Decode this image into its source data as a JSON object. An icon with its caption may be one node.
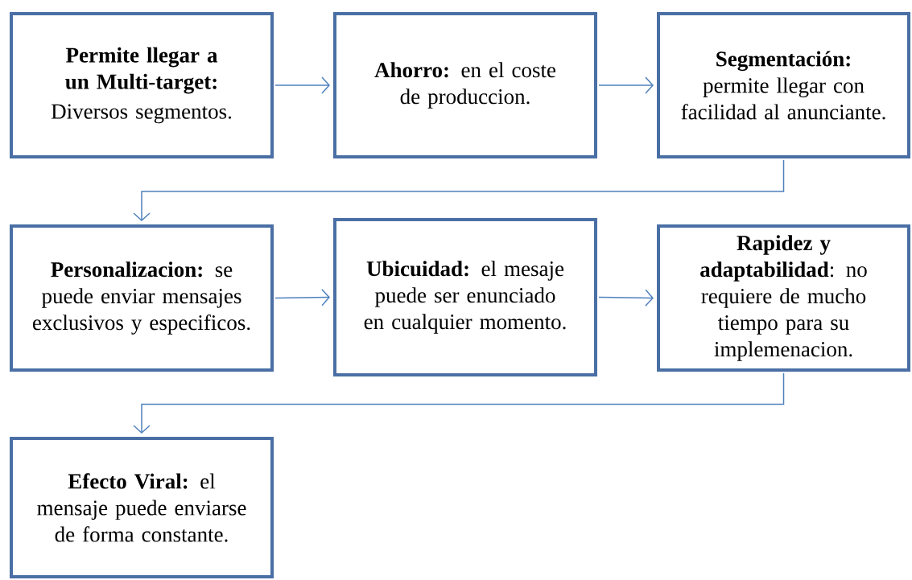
{
  "diagram": {
    "nodes": [
      {
        "text": [
          "Permite llegar a un Multi-target:",
          "Diversos segmentos."
        ]
      },
      {
        "text": [
          "**Ahorro:** en el coste de produccion."
        ]
      },
      {
        "text": [
          "**Segmentación:** permite llegar con facilidad al anunciante."
        ]
      },
      {
        "text": [
          "**Personalizacion:** se puede enviar mensajes exclusivos y especificos."
        ]
      },
      {
        "text": [
          "**Ubicuidad:** el mesaje puede ser enunciado en cualquier momento."
        ]
      },
      {
        "text": [
          "**Rapidez y adaptabilidad**: no requiere de mucho tiempo para su implemenacion."
        ]
      },
      {
        "text": [
          "**Efecto Viral:** el mensaje puede enviarse de forma constante."
        ]
      }
    ],
    "edges": [
      {
        "from": 0,
        "to": 1,
        "arrow": "to"
      },
      {
        "from": 1,
        "to": 2,
        "arrow": "to"
      },
      {
        "from": 2,
        "to": 3,
        "arrow": "to"
      },
      {
        "from": 3,
        "to": 4,
        "arrow": "to"
      },
      {
        "from": 4,
        "to": 5,
        "arrow": "to"
      },
      {
        "from": 5,
        "to": 6,
        "arrow": "to"
      }
    ]
  }
}
